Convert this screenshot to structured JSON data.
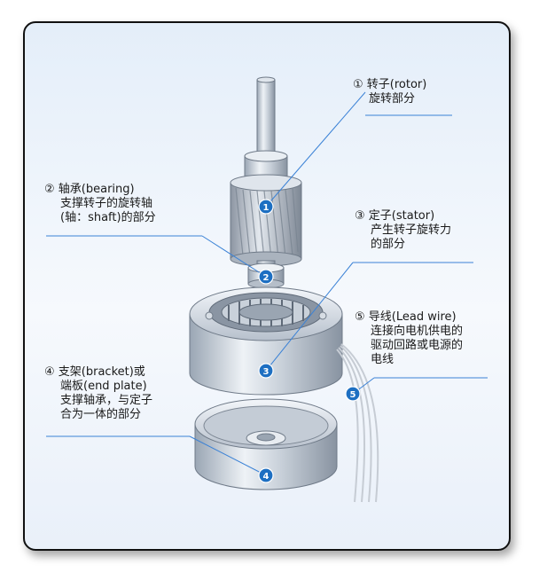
{
  "labels": [
    {
      "marker": "①",
      "lines": [
        "转子(rotor)",
        "旋转部分"
      ]
    },
    {
      "marker": "②",
      "lines": [
        "轴承(bearing)",
        "支撑转子的旋转轴",
        "(轴：shaft)的部分"
      ]
    },
    {
      "marker": "③",
      "lines": [
        "定子(stator)",
        "产生转子旋转力",
        "的部分"
      ]
    },
    {
      "marker": "⑤",
      "lines": [
        "导线(Lead wire)",
        "连接向电机供电的",
        "驱动回路或电源的",
        "电线"
      ]
    },
    {
      "marker": "④",
      "lines": [
        "支架(bracket)或",
        "端板(end plate)",
        "支撑轴承，与定子",
        "合为一体的部分"
      ]
    }
  ],
  "badges": [
    "1",
    "2",
    "3",
    "4",
    "5"
  ],
  "colors": {
    "accent": "#1d6fc2",
    "leader": "#3b82d6",
    "frame_bg": "#e4eef9"
  }
}
